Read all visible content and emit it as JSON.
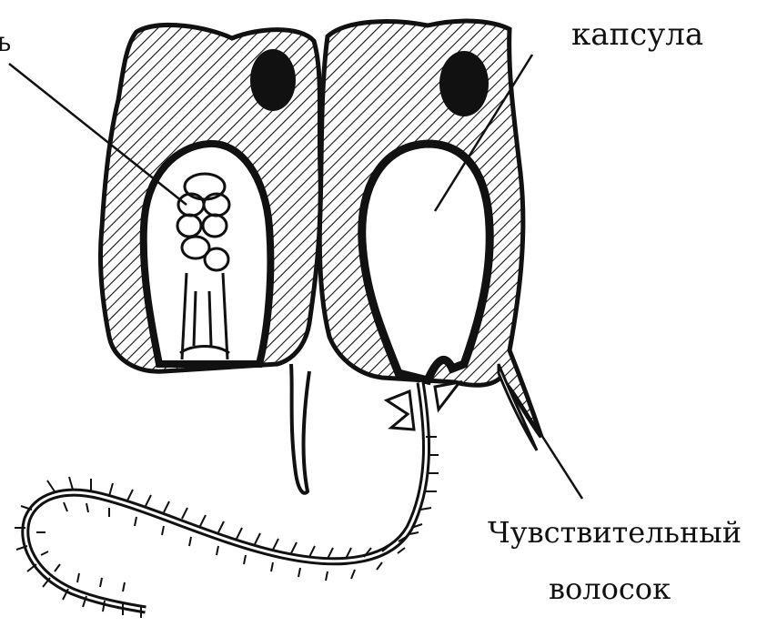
{
  "labels": {
    "top_left_fragment": "ь",
    "capsule": "капсула",
    "sensory_hair_line1": "Чувствительный",
    "sensory_hair_line2": "волосок"
  },
  "colors": {
    "ink": "#111111",
    "paper": "#ffffff"
  }
}
